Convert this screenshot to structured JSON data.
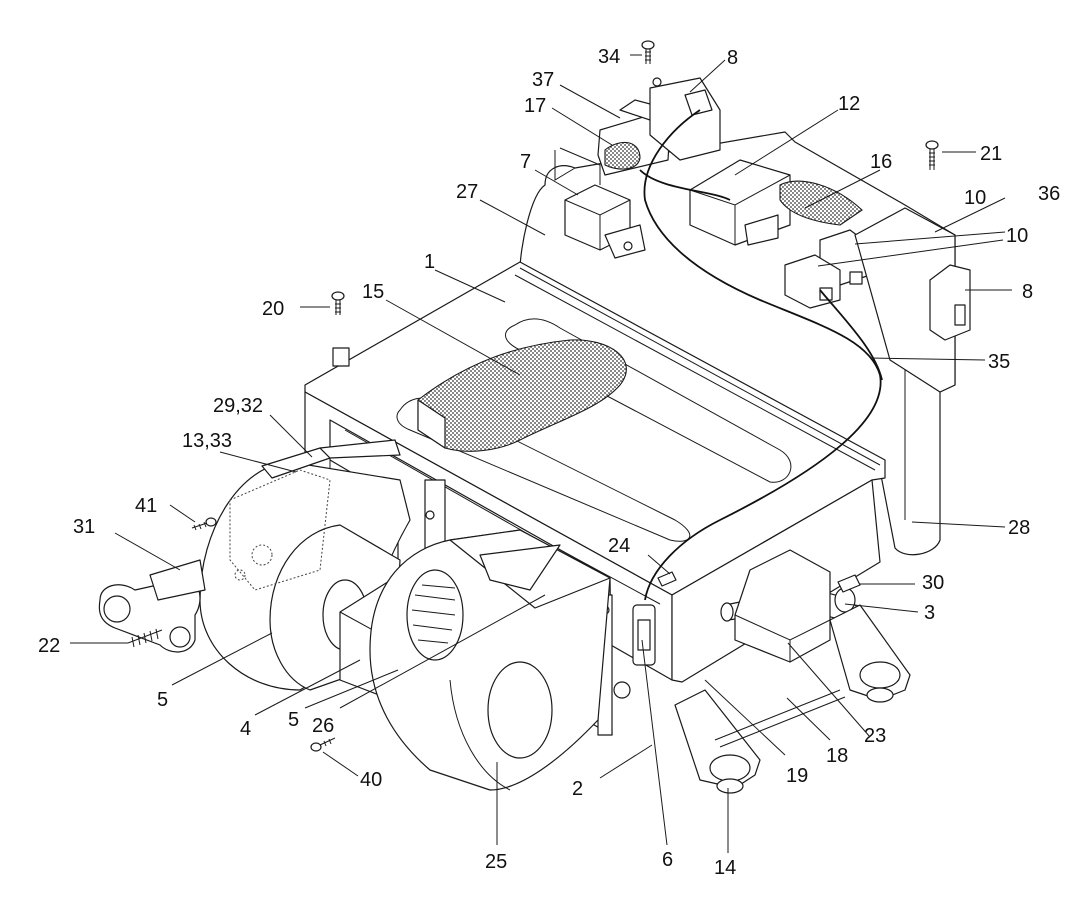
{
  "diagram": {
    "callouts": [
      "34",
      "8",
      "37",
      "17",
      "12",
      "7",
      "27",
      "16",
      "21",
      "10",
      "36",
      "10",
      "8",
      "1",
      "20",
      "15",
      "35",
      "29,32",
      "13,33",
      "41",
      "31",
      "28",
      "24",
      "30",
      "3",
      "22",
      "5",
      "4",
      "5",
      "26",
      "23",
      "18",
      "40",
      "2",
      "19",
      "25",
      "6",
      "14"
    ]
  }
}
